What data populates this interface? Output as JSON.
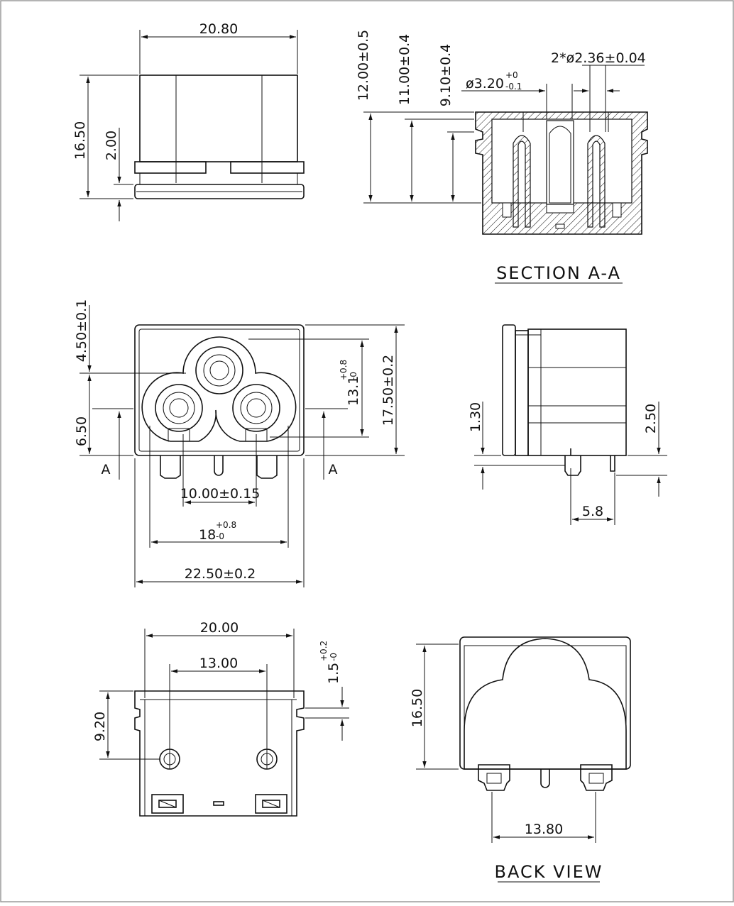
{
  "drawing": {
    "border_color": "#9a9a9a",
    "line_color": "#111111",
    "top_view": {
      "width_dim": "20.80",
      "height_dim": "16.50",
      "flange_dim": "2.00"
    },
    "section_view": {
      "caption": "SECTION  A-A",
      "dim_12": "12.00±0.5",
      "dim_11": "11.00±0.4",
      "dim_9": "9.10±0.4",
      "dim_hole_base": "ø3.20",
      "dim_hole_sup": "+0",
      "dim_hole_sub": "-0.1",
      "dim_pins": "2*ø2.36±0.04"
    },
    "front_view": {
      "dim_450": "4.50±0.1",
      "dim_650": "6.50",
      "dim_131_base": "13.1",
      "dim_131_sup": "+0.8",
      "dim_131_sub": "-0",
      "dim_1750": "17.50±0.2",
      "dim_10": "10.00±0.15",
      "dim_18_base": "18",
      "dim_18_sup": "+0.8",
      "dim_18_sub": "-0",
      "dim_2250": "22.50±0.2",
      "section_mark": "A"
    },
    "side_view": {
      "dim_130": "1.30",
      "dim_250": "2.50",
      "dim_58": "5.8"
    },
    "bottom_view": {
      "dim_20": "20.00",
      "dim_13": "13.00",
      "dim_920": "9.20",
      "dim_15_base": "1.5",
      "dim_15_sup": "+0.2",
      "dim_15_sub": "-0"
    },
    "back_view": {
      "caption": "BACK  VIEW",
      "dim_1650": "16.50",
      "dim_1380": "13.80"
    }
  }
}
